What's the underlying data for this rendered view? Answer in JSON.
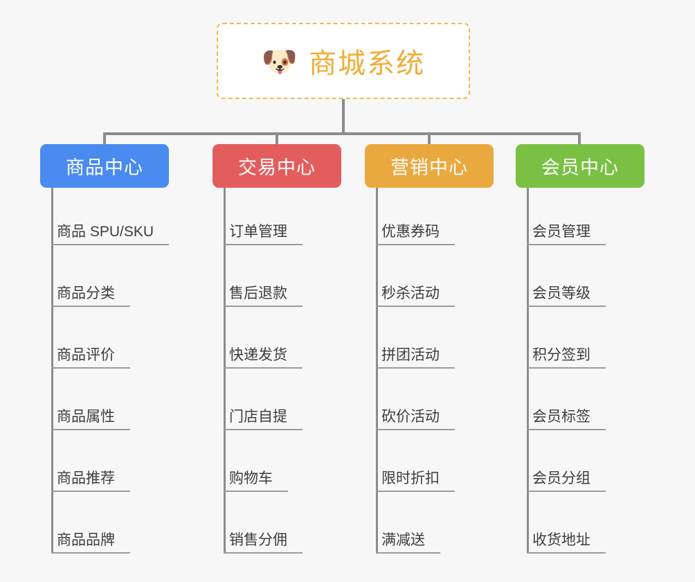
{
  "page": {
    "background_color": "#f7f7f7",
    "line_color": "#8c8c8c",
    "leaf_text_color": "#3d3d3d",
    "leaf_rule_color": "#9b9b9b"
  },
  "root": {
    "icon": "dog-face-emoji",
    "icon_glyph": "🐶",
    "title": "商城系统",
    "text_color": "#f0ad35",
    "border_color": "#f3b94d",
    "background_color": "#ffffff"
  },
  "columns": [
    {
      "id": "product-center",
      "header": "商品中心",
      "color": "#4a8bf0",
      "items": [
        "商品 SPU/SKU",
        "商品分类",
        "商品评价",
        "商品属性",
        "商品推荐",
        "商品品牌"
      ]
    },
    {
      "id": "trade-center",
      "header": "交易中心",
      "color": "#e45d5d",
      "items": [
        "订单管理",
        "售后退款",
        "快递发货",
        "门店自提",
        "购物车",
        "销售分佣"
      ]
    },
    {
      "id": "marketing-center",
      "header": "营销中心",
      "color": "#eaa93f",
      "items": [
        "优惠券码",
        "秒杀活动",
        "拼团活动",
        "砍价活动",
        "限时折扣",
        "满减送"
      ]
    },
    {
      "id": "member-center",
      "header": "会员中心",
      "color": "#7ac143",
      "items": [
        "会员管理",
        "会员等级",
        "积分签到",
        "会员标签",
        "会员分组",
        "收货地址"
      ]
    }
  ]
}
